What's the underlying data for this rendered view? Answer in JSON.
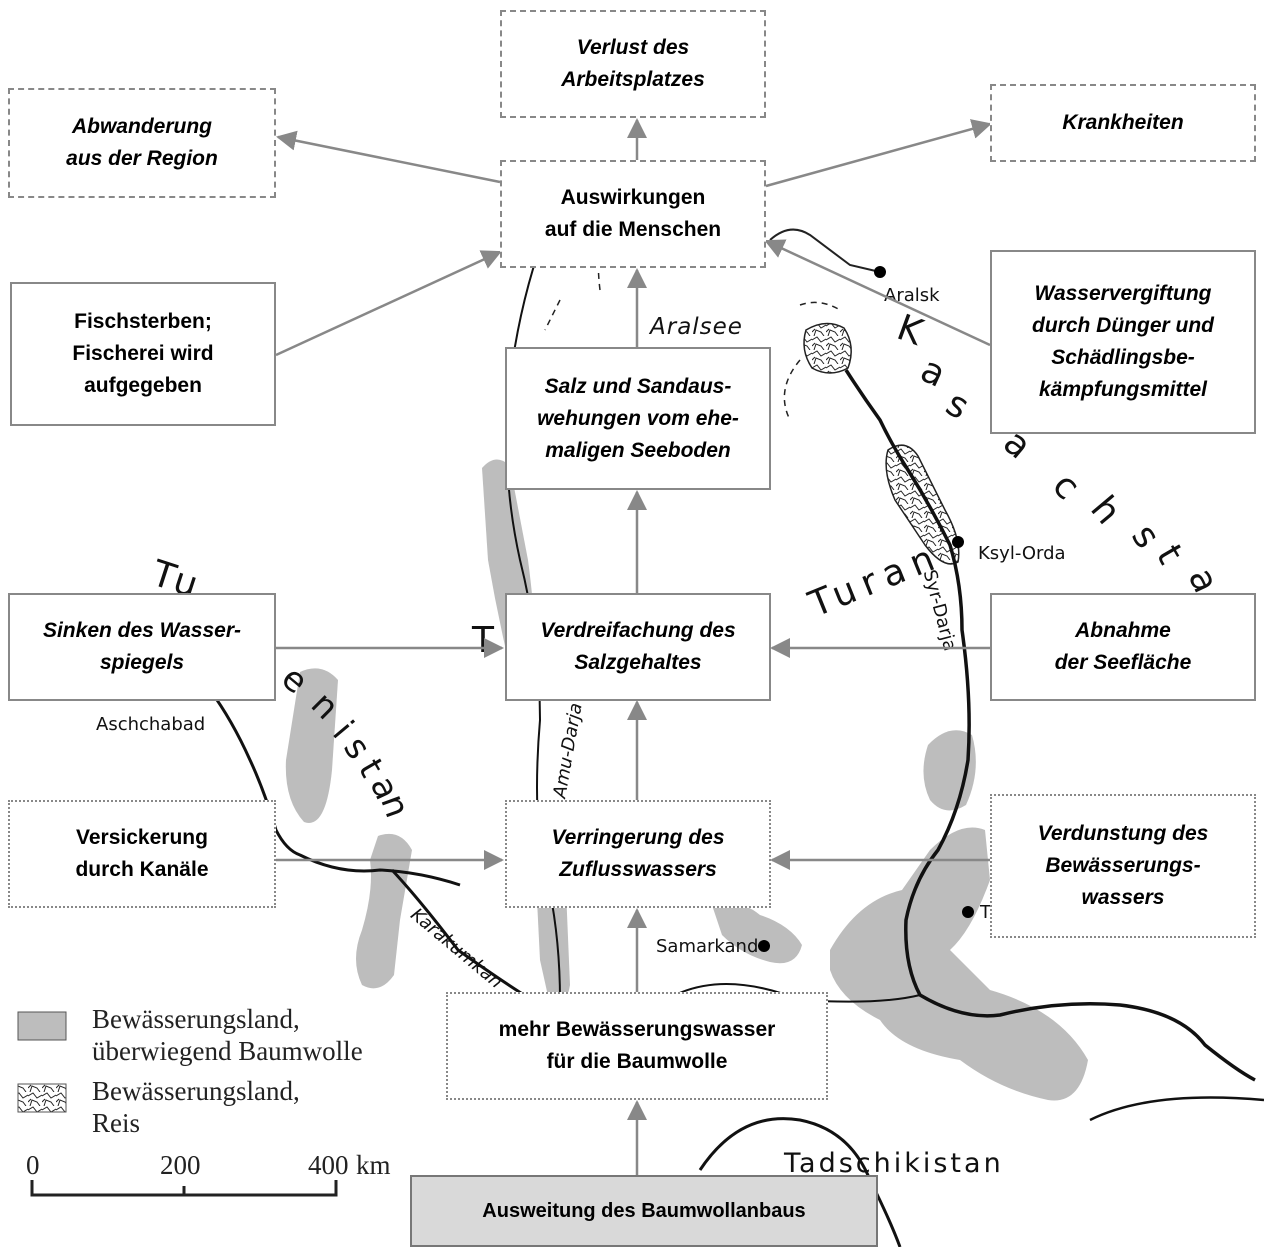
{
  "boxes": {
    "verlust": "Verlust des\nArbeitsplatzes",
    "abwanderung": "Abwanderung\naus der Region",
    "krankheiten": "Krankheiten",
    "auswirkungen": "Auswirkungen\nauf die Menschen",
    "fischsterben": "Fischsterben;\nFischerei wird\naufgegeben",
    "wasservergiftung": "Wasservergiftung\ndurch Dünger und\nSchädlingsbe-\nkämpfungsmittel",
    "salz_sand": "Salz und Sandaus-\nwehungen vom ehe-\nmaligen Seeboden",
    "sinken": "Sinken des Wasser-\nspiegels",
    "verdreifachung": "Verdreifachung des\nSalzgehaltes",
    "abnahme": "Abnahme\nder Seefläche",
    "versickerung": "Versickerung\ndurch Kanäle",
    "verringerung": "Verringerung des\nZuflusswassers",
    "verdunstung": "Verdunstung des\nBewässerungs-\nwassers",
    "mehr_wasser": "mehr Bewässerungswasser\nfür die Baumwolle",
    "ausweitung": "Ausweitung des Baumwollanbaus"
  },
  "map_labels": {
    "aralsee": "Aralsee",
    "aralsk": "Aralsk",
    "kasachstan": [
      "K",
      "a",
      "s",
      "a",
      "c",
      "h",
      "s",
      "t",
      "a"
    ],
    "turan": "Turan",
    "t_fragment": "T",
    "syr_darja": "Syr-Darja",
    "ksyl_orda": "Ksyl-Orda",
    "tu": "Tu",
    "menistan": [
      "e",
      "n",
      "i",
      "s",
      "t",
      "a",
      "n"
    ],
    "aschchabad": "Aschchabad",
    "amu_darja": "Amu-Darja",
    "karakumkanal": "Karakumkan",
    "samarkand": "Samarkand",
    "taschkent_t": "T",
    "tadschikistan": "Tadschikistan"
  },
  "legend": {
    "item1_line1": "Bewässerungsland,",
    "item1_line2": "überwiegend Baumwolle",
    "item2_line1": "Bewässerungsland,",
    "item2_line2": "Reis",
    "scale_0": "0",
    "scale_200": "200",
    "scale_400": "400",
    "scale_unit": "km"
  },
  "colors": {
    "irrigated": "#bdbdbd",
    "box_border": "#888888",
    "arrow": "#888888",
    "ausweitung_fill": "#d9d9d9"
  }
}
